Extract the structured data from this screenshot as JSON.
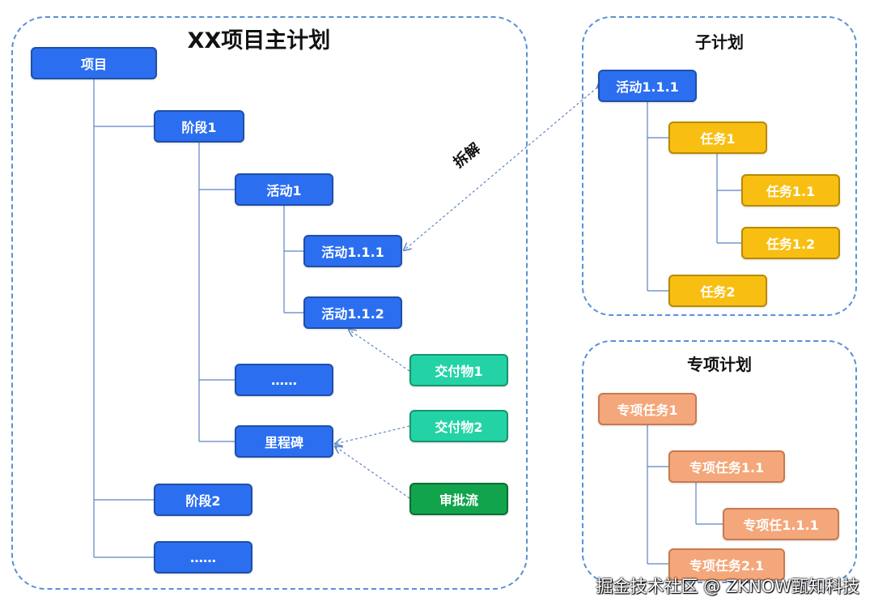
{
  "main_plan": {
    "title": "XX项目主计划",
    "project": "项目",
    "stage1": "阶段1",
    "activity1": "活动1",
    "activity111": "活动1.1.1",
    "activity112": "活动1.1.2",
    "ellipsis1": "……",
    "milestone": "里程碑",
    "stage2": "阶段2",
    "ellipsis2": "……",
    "deliverable1": "交付物1",
    "deliverable2": "交付物2",
    "approval_flow": "审批流"
  },
  "decompose_label": "拆解",
  "sub_plan": {
    "title": "子计划",
    "activity": "活动1.1.1",
    "task1": "任务1",
    "task11": "任务1.1",
    "task12": "任务1.2",
    "task2": "任务2"
  },
  "special_plan": {
    "title": "专项计划",
    "task1": "专项任务1",
    "task11": "专项任务1.1",
    "task111": "专项任1.1.1",
    "task21": "专项任务2.1"
  },
  "watermark": "掘金技术社区 @ ZKNOW甄知科技",
  "colors": {
    "blue_node": "#2b6ff0",
    "task_node": "#f8bf12",
    "special_node": "#f4a77a",
    "deliverable_node": "#23d3a5",
    "approval_node": "#12a44c",
    "panel_border": "#5b8fd9",
    "connector": "#5b84c4"
  }
}
